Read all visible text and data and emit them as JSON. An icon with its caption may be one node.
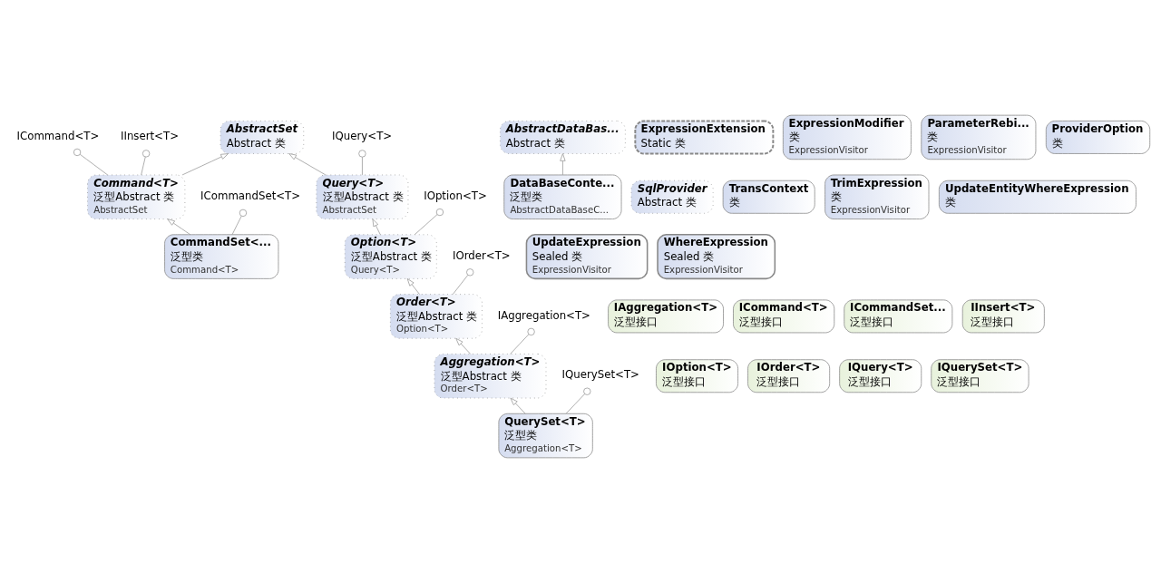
{
  "diagram": {
    "nodes": [
      {
        "text": [
          "AbstractSet",
          "Abstract 类"
        ]
      },
      {
        "text": [
          "AbstractDataBas...",
          "Abstract 类"
        ]
      },
      {
        "text": [
          "ExpressionExtension",
          "Static 类"
        ]
      },
      {
        "text": [
          "ExpressionModifier",
          "类",
          "ExpressionVisitor"
        ]
      },
      {
        "text": [
          "ParameterRebi...",
          "类",
          "ExpressionVisitor"
        ]
      },
      {
        "text": [
          "ProviderOption",
          "类"
        ]
      },
      {
        "text": [
          "ICommand<T>"
        ]
      },
      {
        "text": [
          "IInsert<T>"
        ]
      },
      {
        "text": [
          "IQuery<T>"
        ]
      },
      {
        "text": [
          "Command<T>",
          "泛型Abstract 类",
          "AbstractSet"
        ]
      },
      {
        "text": [
          "Query<T>",
          "泛型Abstract 类",
          "AbstractSet"
        ]
      },
      {
        "text": [
          "DataBaseConte...",
          "泛型类",
          "AbstractDataBaseC..."
        ]
      },
      {
        "text": [
          "SqlProvider",
          "Abstract 类"
        ]
      },
      {
        "text": [
          "TransContext",
          "类"
        ]
      },
      {
        "text": [
          "TrimExpression",
          "类",
          "ExpressionVisitor"
        ]
      },
      {
        "text": [
          "UpdateEntityWhereExpression",
          "类"
        ]
      },
      {
        "text": [
          "UpdateExpression",
          "Sealed 类",
          "ExpressionVisitor"
        ]
      },
      {
        "text": [
          "WhereExpression",
          "Sealed 类",
          "ExpressionVisitor"
        ]
      },
      {
        "text": [
          "ICommandSet<T>"
        ]
      },
      {
        "text": [
          "IOption<T>"
        ]
      },
      {
        "text": [
          "CommandSet<...",
          "泛型类",
          "Command<T>"
        ]
      },
      {
        "text": [
          "Option<T>",
          "泛型Abstract 类",
          "Query<T>"
        ]
      },
      {
        "text": [
          "IOrder<T>"
        ]
      },
      {
        "text": [
          "Order<T>",
          "泛型Abstract 类",
          "Option<T>"
        ]
      },
      {
        "text": [
          "IAggregation<T>"
        ]
      },
      {
        "text": [
          "Aggregation<T>",
          "泛型Abstract 类",
          "Order<T>"
        ]
      },
      {
        "text": [
          "IQuerySet<T>"
        ]
      },
      {
        "text": [
          "QuerySet<T>",
          "泛型类",
          "Aggregation<T>"
        ]
      },
      {
        "text": [
          "IAggregation<T>",
          "泛型接口"
        ]
      },
      {
        "text": [
          "ICommand<T>",
          "泛型接口"
        ]
      },
      {
        "text": [
          "ICommandSet...",
          "泛型接口"
        ]
      },
      {
        "text": [
          "IInsert<T>",
          "泛型接口"
        ]
      },
      {
        "text": [
          "IOption<T>",
          "泛型接口"
        ]
      },
      {
        "text": [
          "IOrder<T>",
          "泛型接口"
        ]
      },
      {
        "text": [
          "IQuery<T>",
          "泛型接口"
        ]
      },
      {
        "text": [
          "IQuerySet<T>",
          "泛型接口"
        ]
      }
    ],
    "edges": [
      {
        "from": 9,
        "to": 0,
        "arrow": "to"
      },
      {
        "from": 10,
        "to": 0,
        "arrow": "to"
      },
      {
        "from": 9,
        "to": 6,
        "arrow": "other"
      },
      {
        "from": 9,
        "to": 7,
        "arrow": "other"
      },
      {
        "from": 10,
        "to": 8,
        "arrow": "other"
      },
      {
        "from": 11,
        "to": 1,
        "arrow": "to"
      },
      {
        "from": 20,
        "to": 9,
        "arrow": "to"
      },
      {
        "from": 20,
        "to": 18,
        "arrow": "other"
      },
      {
        "from": 21,
        "to": 10,
        "arrow": "to"
      },
      {
        "from": 21,
        "to": 19,
        "arrow": "other"
      },
      {
        "from": 23,
        "to": 21,
        "arrow": "to"
      },
      {
        "from": 23,
        "to": 22,
        "arrow": "other"
      },
      {
        "from": 25,
        "to": 23,
        "arrow": "to"
      },
      {
        "from": 25,
        "to": 24,
        "arrow": "other"
      },
      {
        "from": 27,
        "to": 25,
        "arrow": "to"
      },
      {
        "from": 27,
        "to": 26,
        "arrow": "other"
      }
    ]
  }
}
